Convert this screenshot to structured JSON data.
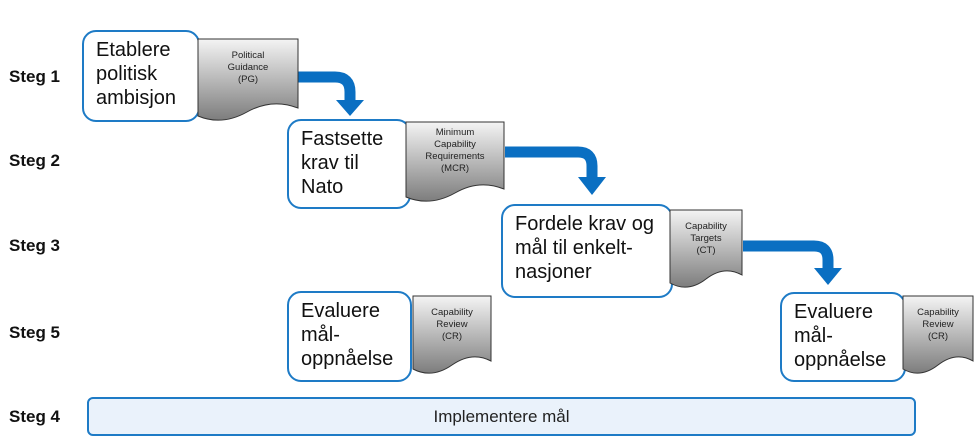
{
  "steps": [
    {
      "label": "Steg 1"
    },
    {
      "label": "Steg 2"
    },
    {
      "label": "Steg 3"
    },
    {
      "label": "Steg 5"
    },
    {
      "label": "Steg 4"
    }
  ],
  "processes": [
    {
      "text": "Etablere\npolitisk\nambisjon",
      "doc": "Political\nGuidance\n(PG)"
    },
    {
      "text": "Fastsette\nkrav til\nNato",
      "doc": "Minimum\nCapability\nRequirements\n(MCR)"
    },
    {
      "text": "Fordele krav og\nmål til enkelt-\nnasjoner",
      "doc": "Capability\nTargets\n(CT)"
    },
    {
      "text": "Evaluere\nmål-\noppnåelse",
      "doc": "Capability\nReview\n(CR)"
    },
    {
      "text": "Evaluere\nmål-\noppnåelse",
      "doc": "Capability\nReview\n(CR)"
    }
  ],
  "implementation": {
    "label": "Implementere mål"
  },
  "colors": {
    "accent": "#1e7bc6",
    "arrow": "#0a6fc2",
    "impl_fill": "#eaf2fb"
  }
}
